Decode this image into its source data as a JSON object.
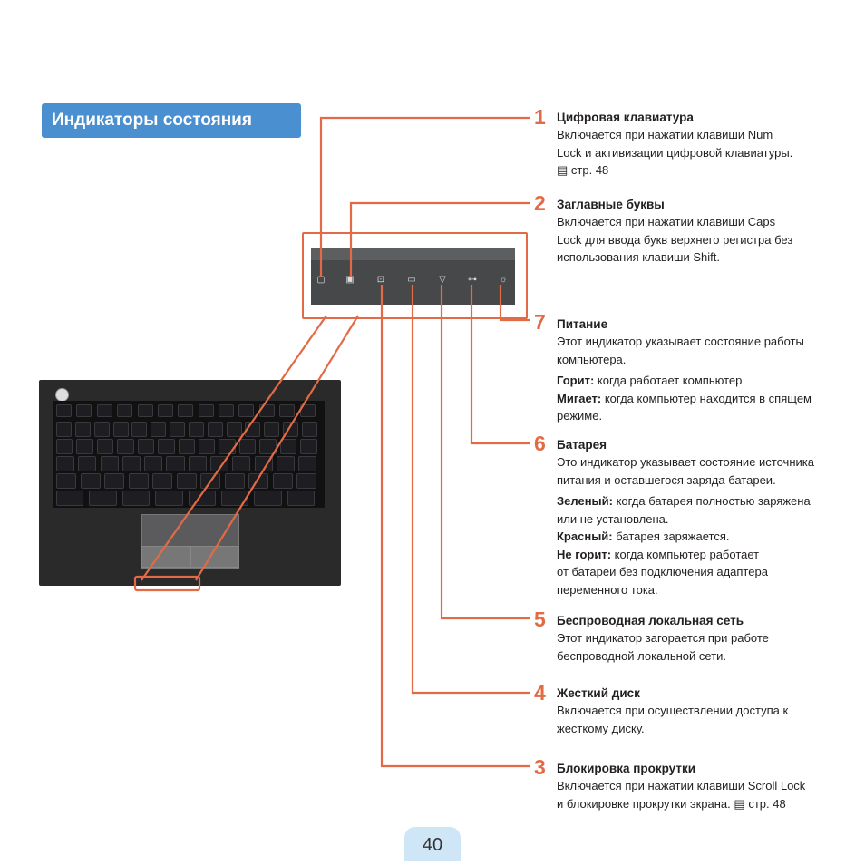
{
  "section_title": "Индикаторы состояния",
  "page_number": "40",
  "colors": {
    "accent": "#e26a45",
    "title_bg": "#4a8fd0",
    "page_tab": "#cfe6f7"
  },
  "callouts": {
    "c1": {
      "num": "1",
      "heading": "Цифровая клавиатура",
      "lines": [
        "Включается при нажатии клавиши Num",
        "Lock и активизации цифровой клавиатуры."
      ],
      "ref": "стр. 48"
    },
    "c2": {
      "num": "2",
      "heading": "Заглавные буквы",
      "lines": [
        "Включается при нажатии клавиши Caps",
        "Lock для ввода букв верхнего регистра без",
        "использования клавиши Shift."
      ]
    },
    "c7": {
      "num": "7",
      "heading": "Питание",
      "lines": [
        "Этот индикатор указывает состояние работы",
        "компьютера."
      ],
      "s1_label": "Горит:",
      "s1_text": " когда работает компьютер",
      "s2_label": "Мигает:",
      "s2_text": " когда компьютер находится в спящем",
      "s2_cont": "режиме."
    },
    "c6": {
      "num": "6",
      "heading": "Батарея",
      "lines": [
        "Это индикатор указывает состояние источника",
        "питания и оставшегося заряда батареи."
      ],
      "s1_label": "Зеленый:",
      "s1_text": " когда батарея полностью заряжена",
      "s1_cont": "или не установлена.",
      "s2_label": "Красный:",
      "s2_text": " батарея заряжается.",
      "s3_label": "Не горит:",
      "s3_text": " когда компьютер работает",
      "s3_cont1": "от батареи без подключения адаптера",
      "s3_cont2": "переменного тока."
    },
    "c5": {
      "num": "5",
      "heading": "Беспроводная локальная сеть",
      "lines": [
        "Этот индикатор загорается при работе",
        "беспроводной локальной сети."
      ]
    },
    "c4": {
      "num": "4",
      "heading": "Жесткий диск",
      "lines": [
        "Включается при осуществлении доступа к",
        "жесткому диску."
      ]
    },
    "c3": {
      "num": "3",
      "heading": "Блокировка прокрутки",
      "lines": [
        "Включается при нажатии клавиши Scroll Lock"
      ],
      "line2": "и блокировке прокрутки экрана.",
      "ref": "стр. 48"
    }
  },
  "icons": [
    "document-ref-icon",
    "num-lock-icon",
    "caps-lock-icon",
    "scroll-lock-icon",
    "hdd-icon",
    "wireless-icon",
    "battery-icon",
    "power-icon"
  ]
}
